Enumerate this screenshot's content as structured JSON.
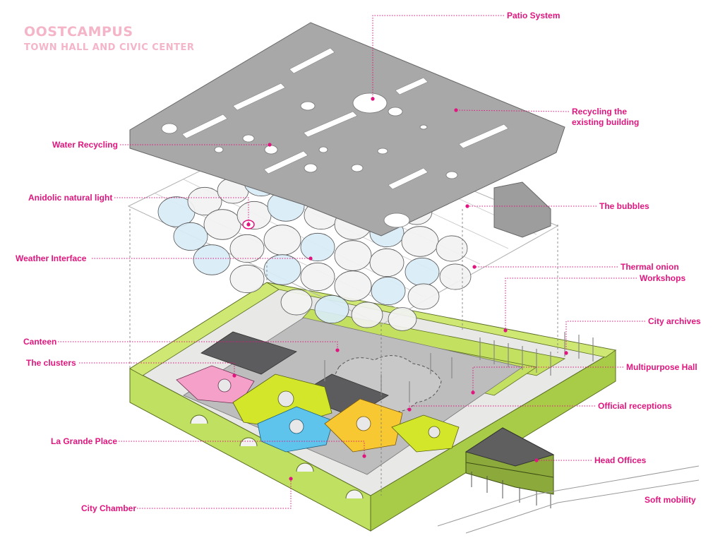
{
  "title": {
    "line1": "OOSTCAMPUS",
    "line2": "TOWN HALL AND CIVIC CENTER"
  },
  "colors": {
    "accent": "#e0157e",
    "title": "#f4b5c8",
    "roof": "#a9a8a8",
    "green": "#bfe060",
    "cluster_pink": "#f5a0c8",
    "cluster_lime": "#d3e62a",
    "cluster_blue": "#5ec4ec",
    "cluster_yellow": "#f8c832",
    "cluster_dark": "#5c5c5e",
    "head_office": "#8caa3c"
  },
  "labels": {
    "patio_system": "Patio System",
    "recycling": [
      "Recycling the",
      "existing building"
    ],
    "water_recycling": "Water Recycling",
    "anidolic": "Anidolic natural light",
    "bubbles": "The bubbles",
    "weather": "Weather Interface",
    "thermal_onion": "Thermal onion",
    "workshops": "Workshops",
    "city_archives": "City archives",
    "canteen": "Canteen",
    "clusters": "The clusters",
    "multipurpose": "Multipurpose Hall",
    "official_receptions": "Official receptions",
    "grande_place": "La Grande Place",
    "head_offices": "Head Offices",
    "city_chamber": "City Chamber",
    "soft_mobility": "Soft mobility"
  }
}
